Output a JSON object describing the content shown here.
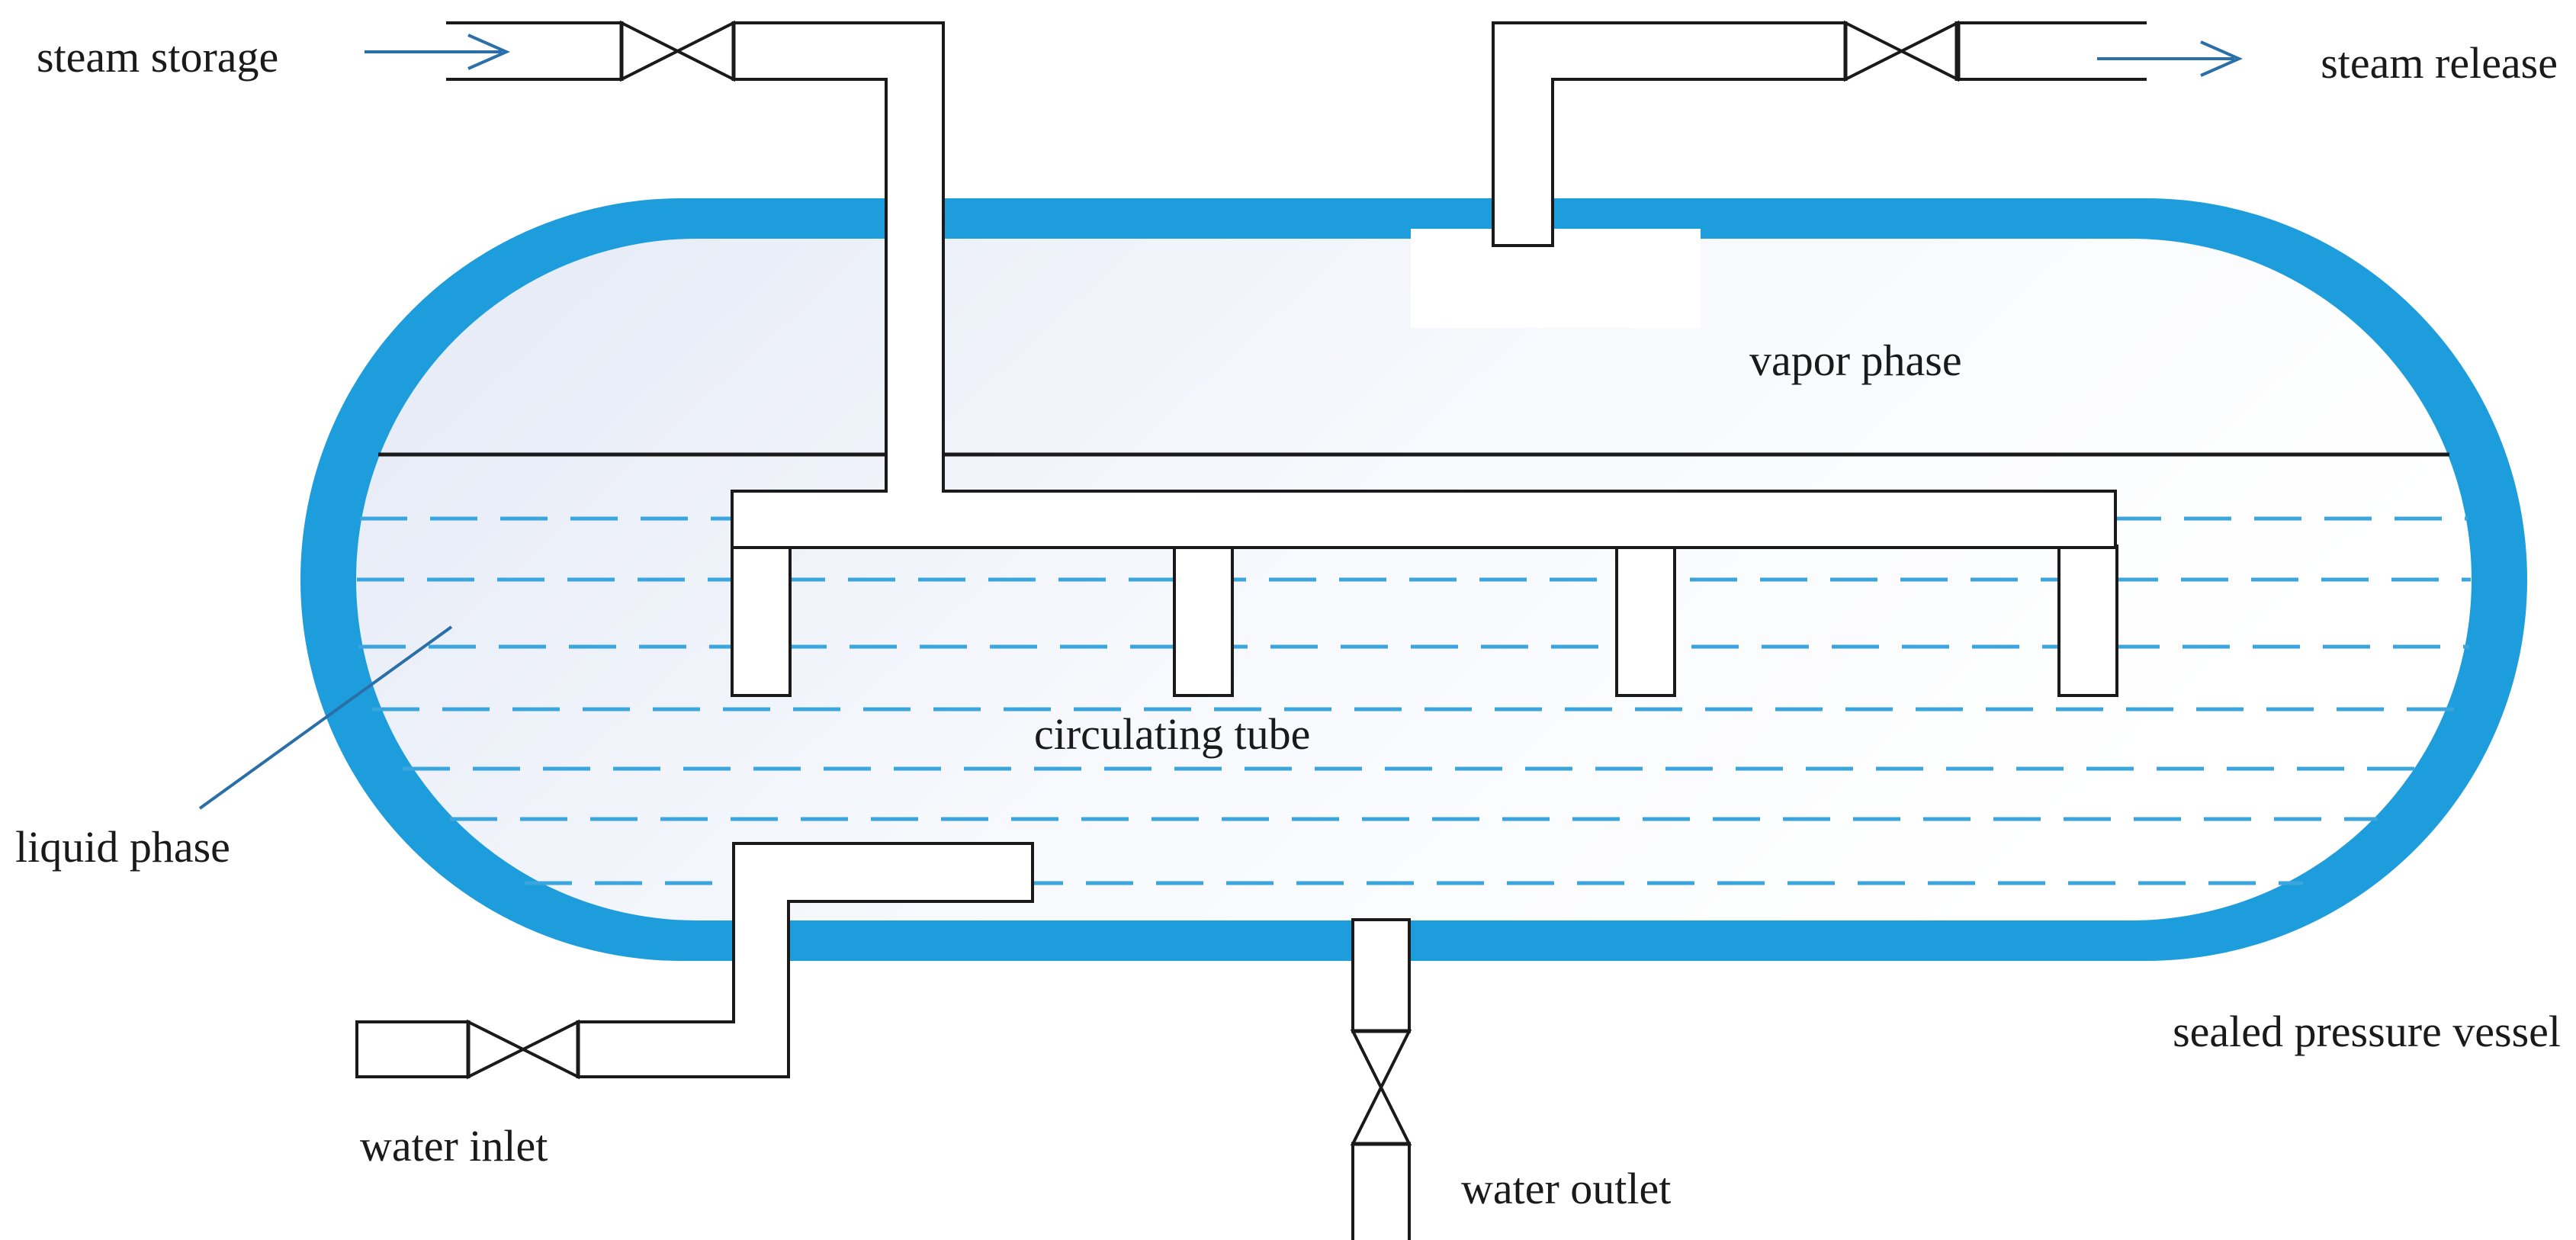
{
  "labels": {
    "steam_storage": "steam storage",
    "steam_release": "steam release",
    "vapor_phase": "vapor phase",
    "circulating_tube": "circulating tube",
    "liquid_phase": "liquid phase",
    "sealed_pressure_vessel": "sealed pressure vessel",
    "water_inlet": "water inlet",
    "water_outlet": "water outlet"
  },
  "colors": {
    "vessel_wall": "#1e9ddc",
    "liquid_level_dashes": "#3ba6de",
    "flow_arrow": "#2a6fa8",
    "outline": "#1a1a1a",
    "interior_tint": "#e9eef7"
  },
  "icons": {
    "valve": "valve-icon",
    "arrow": "arrow-right-icon"
  }
}
